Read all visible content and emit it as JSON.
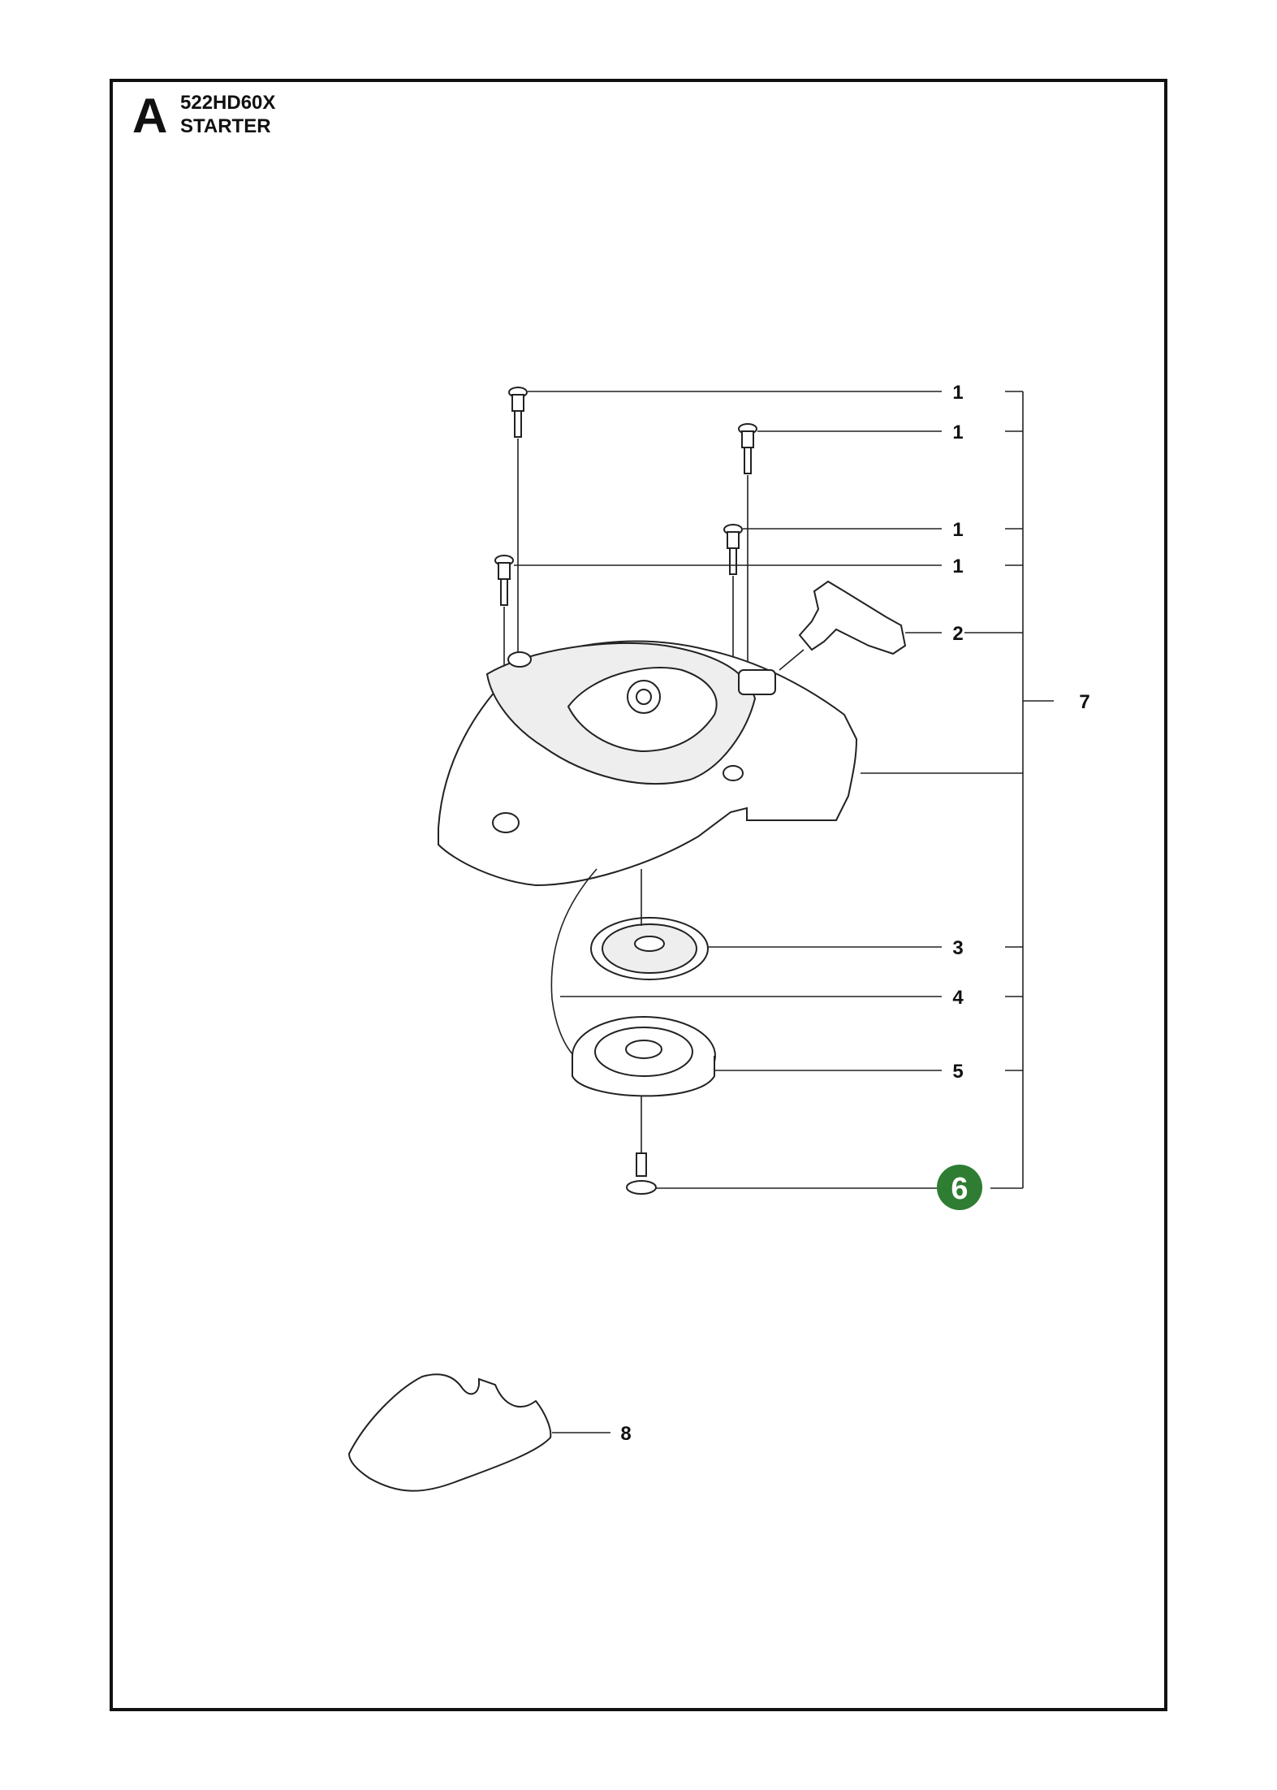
{
  "header": {
    "section_letter": "A",
    "model": "522HD60X",
    "title": "STARTER"
  },
  "callouts": [
    {
      "id": "c1a",
      "label": "1"
    },
    {
      "id": "c1b",
      "label": "1"
    },
    {
      "id": "c1c",
      "label": "1"
    },
    {
      "id": "c1d",
      "label": "1"
    },
    {
      "id": "c2",
      "label": "2"
    },
    {
      "id": "c7",
      "label": "7"
    },
    {
      "id": "c3",
      "label": "3"
    },
    {
      "id": "c4",
      "label": "4"
    },
    {
      "id": "c5",
      "label": "5"
    },
    {
      "id": "c6",
      "label": "6"
    },
    {
      "id": "c8",
      "label": "8"
    }
  ],
  "colors": {
    "highlight": "#2e7d32",
    "line": "#222222"
  }
}
